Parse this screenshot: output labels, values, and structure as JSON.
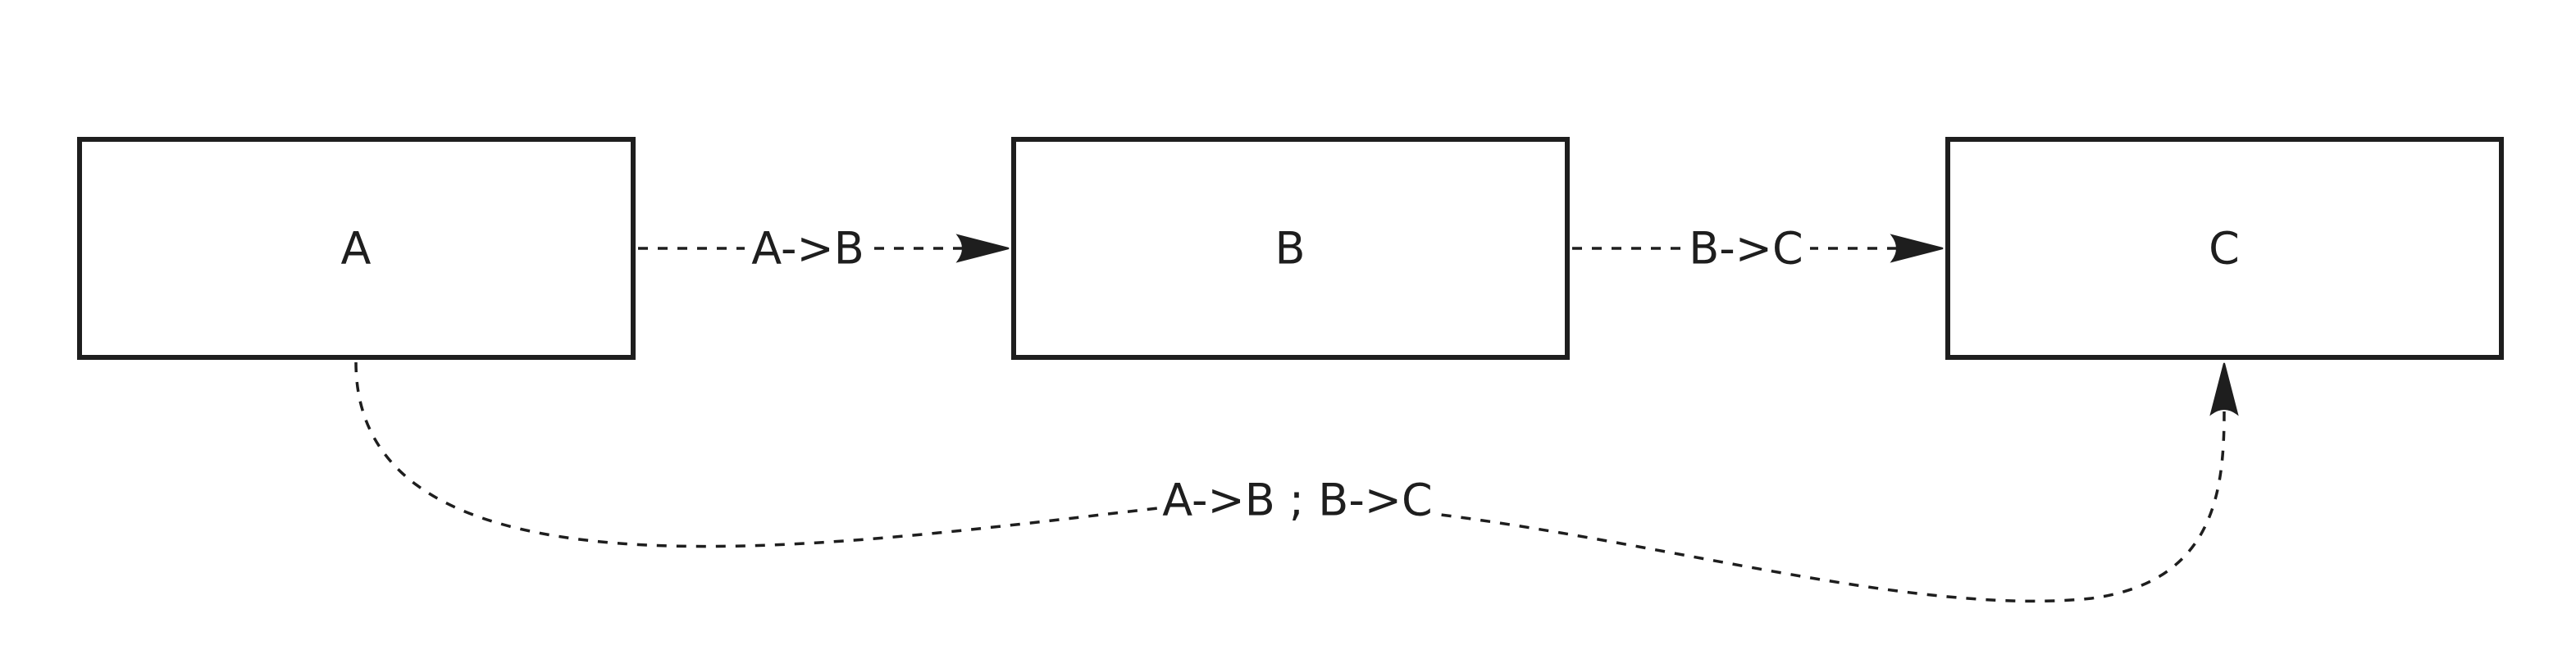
{
  "diagram": {
    "nodes": [
      {
        "id": "A",
        "label": "A"
      },
      {
        "id": "B",
        "label": "B"
      },
      {
        "id": "C",
        "label": "C"
      }
    ],
    "edges": [
      {
        "from": "A",
        "to": "B",
        "label": "A->B",
        "style": "dashed"
      },
      {
        "from": "B",
        "to": "C",
        "label": "B->C",
        "style": "dashed"
      },
      {
        "from": "A",
        "to": "C",
        "label": "A->B ; B->C",
        "style": "dashed"
      }
    ],
    "colors": {
      "stroke": "#1e1e1e",
      "background": "#ffffff"
    }
  }
}
